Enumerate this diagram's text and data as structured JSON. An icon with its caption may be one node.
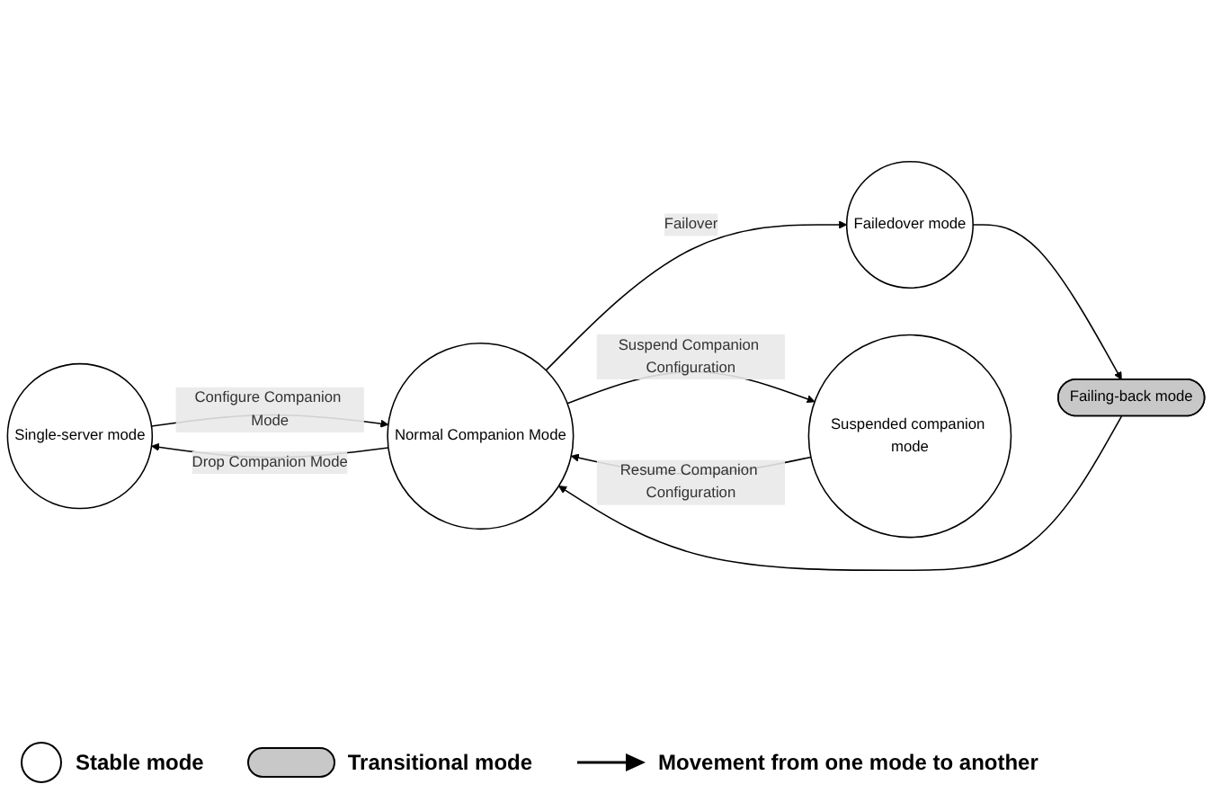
{
  "diagram": {
    "nodes": [
      {
        "text": [
          "Single-server mode"
        ]
      },
      {
        "text": [
          "Normal Companion Mode"
        ]
      },
      {
        "text": [
          "Failedover mode"
        ]
      },
      {
        "text": [
          "Failing-back mode"
        ]
      },
      {
        "text": [
          "Suspended companion mode"
        ]
      }
    ],
    "edges": [
      {
        "from": 0,
        "to": 1,
        "arrow": "to",
        "label": "Configure Companion Mode"
      },
      {
        "from": 1,
        "to": 2,
        "arrow": "to",
        "label": "Failover"
      },
      {
        "from": 2,
        "to": 3,
        "arrow": "to"
      },
      {
        "from": 3,
        "to": 1,
        "arrow": "to"
      },
      {
        "from": 1,
        "to": 0,
        "arrow": "to",
        "label": "Drop Companion Mode"
      },
      {
        "from": 1,
        "to": 4,
        "arrow": "to",
        "label": "Suspend Companion Configuration"
      },
      {
        "from": 4,
        "to": 1,
        "arrow": "to",
        "label": "Resume Companion Configuration"
      }
    ],
    "legend": [
      {
        "text": "Stable mode"
      },
      {
        "text": "Transitional mode"
      },
      {
        "text": "Movement from one mode to another"
      }
    ]
  }
}
